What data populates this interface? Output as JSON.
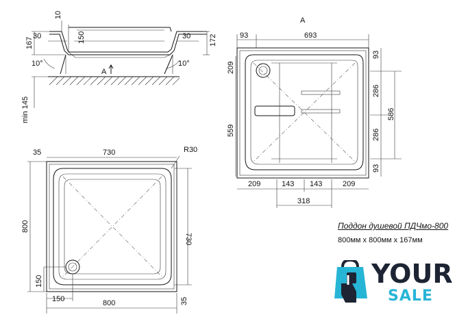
{
  "side_view": {
    "dim_top": "10",
    "dim_left_height": "167",
    "dim_left_rim": "30",
    "dim_inner": "150",
    "dim_right_rim": "30",
    "dim_right_height": "172",
    "angle_left": "10°",
    "angle_right": "10°",
    "section_mark": "A",
    "min_height": "min 145"
  },
  "top_right_view": {
    "label": "A",
    "dim_top_left": "93",
    "dim_top_width": "693",
    "dim_left_top": "209",
    "dim_left_long": "559",
    "dim_right_top": "93",
    "dim_right_mid1": "286",
    "dim_right_mid2": "286",
    "dim_right_total": "586",
    "dim_right_bottom": "93",
    "dim_bottom_1": "209",
    "dim_bottom_2": "143",
    "dim_bottom_3": "143",
    "dim_bottom_4": "209",
    "dim_bottom_total": "318"
  },
  "plan_view": {
    "dim_corner": "35",
    "dim_inner_width": "730",
    "dim_radius": "R30",
    "dim_height": "800",
    "dim_inner_height": "730",
    "dim_drain_v": "150",
    "dim_drain_h": "150",
    "dim_total_width": "800",
    "dim_bottom_corner": "35"
  },
  "caption": {
    "title": "Поддон душевой ПДЧмо-800",
    "size": "800мм x 800мм x 167мм"
  },
  "logo": {
    "word1": "YOUR",
    "word2": "SALE",
    "dark_color": "#1d2433",
    "accent_color": "#27b5d6",
    "icon": "shopping-bag-hand-icon"
  }
}
